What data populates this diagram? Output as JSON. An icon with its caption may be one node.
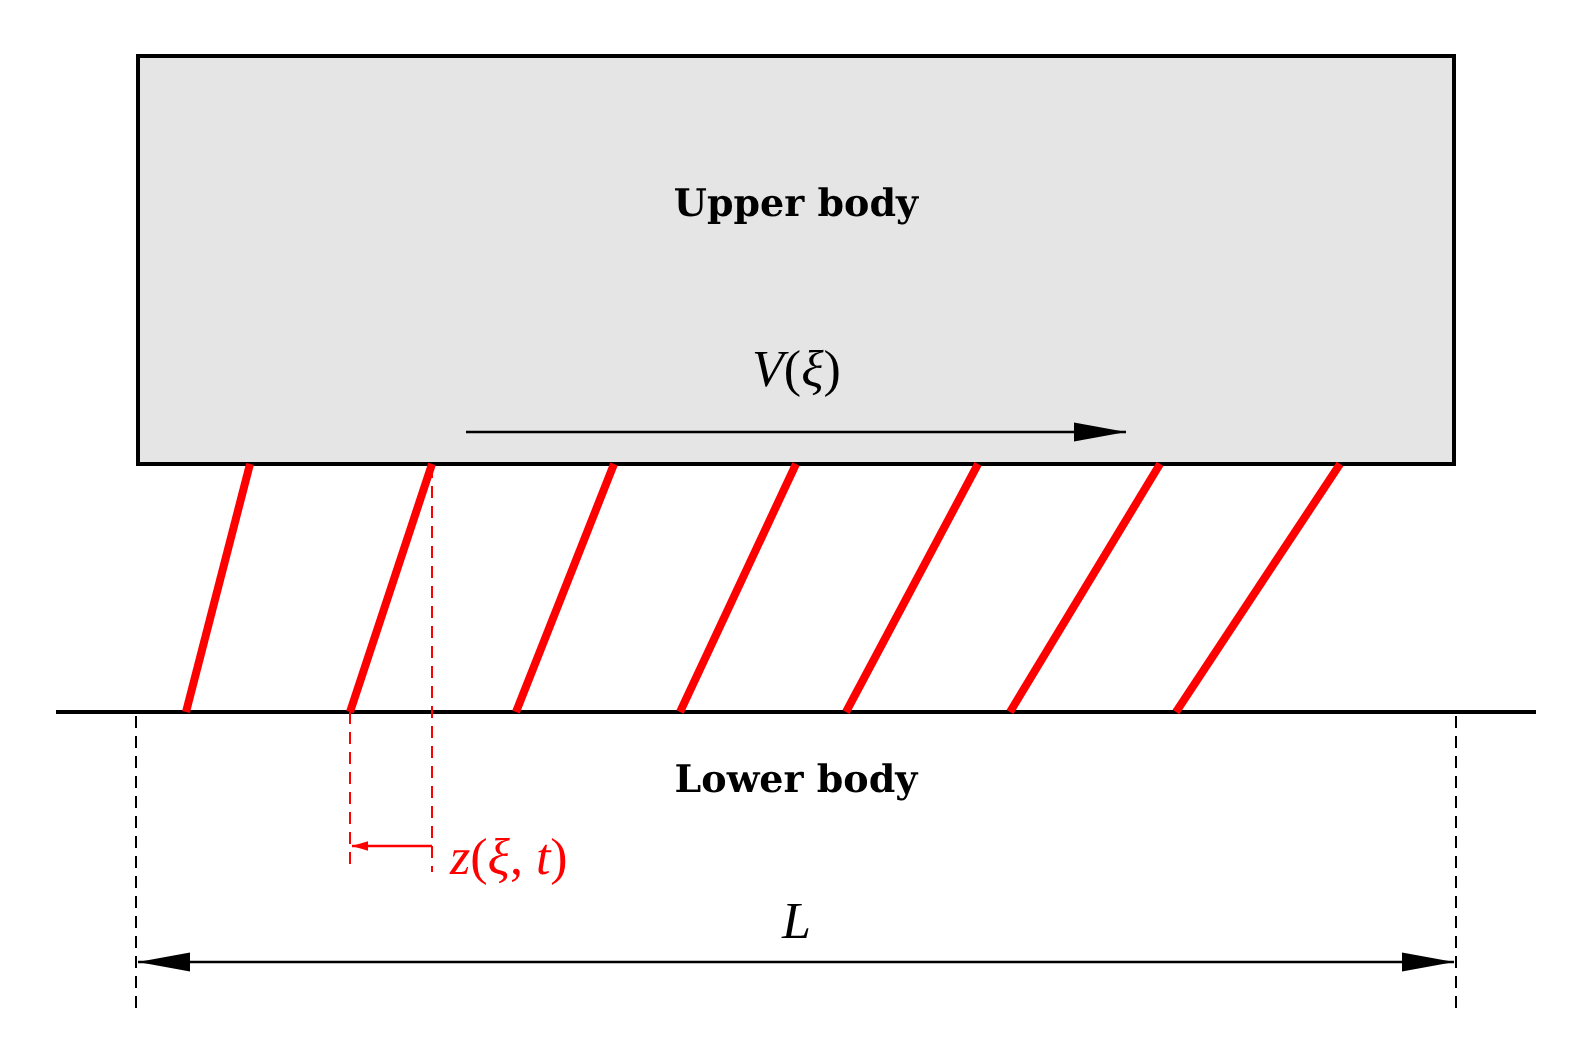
{
  "diagram": {
    "nodes": [
      {
        "text": [
          "Upper body"
        ]
      },
      {
        "text": [
          "Lower body"
        ]
      }
    ],
    "edges": [
      {
        "from": 0,
        "to": 1,
        "arrow": "none"
      },
      {
        "from": 0,
        "to": 1,
        "arrow": "none"
      },
      {
        "from": 0,
        "to": 1,
        "arrow": "none"
      },
      {
        "from": 0,
        "to": 1,
        "arrow": "none"
      },
      {
        "from": 0,
        "to": 1,
        "arrow": "none"
      },
      {
        "from": 0,
        "to": 1,
        "arrow": "none"
      },
      {
        "from": 0,
        "to": 1,
        "arrow": "none"
      }
    ],
    "labels": [
      "*V*(*ξ*)",
      "*z*(*ξ*, *t*)",
      "*L*"
    ]
  }
}
